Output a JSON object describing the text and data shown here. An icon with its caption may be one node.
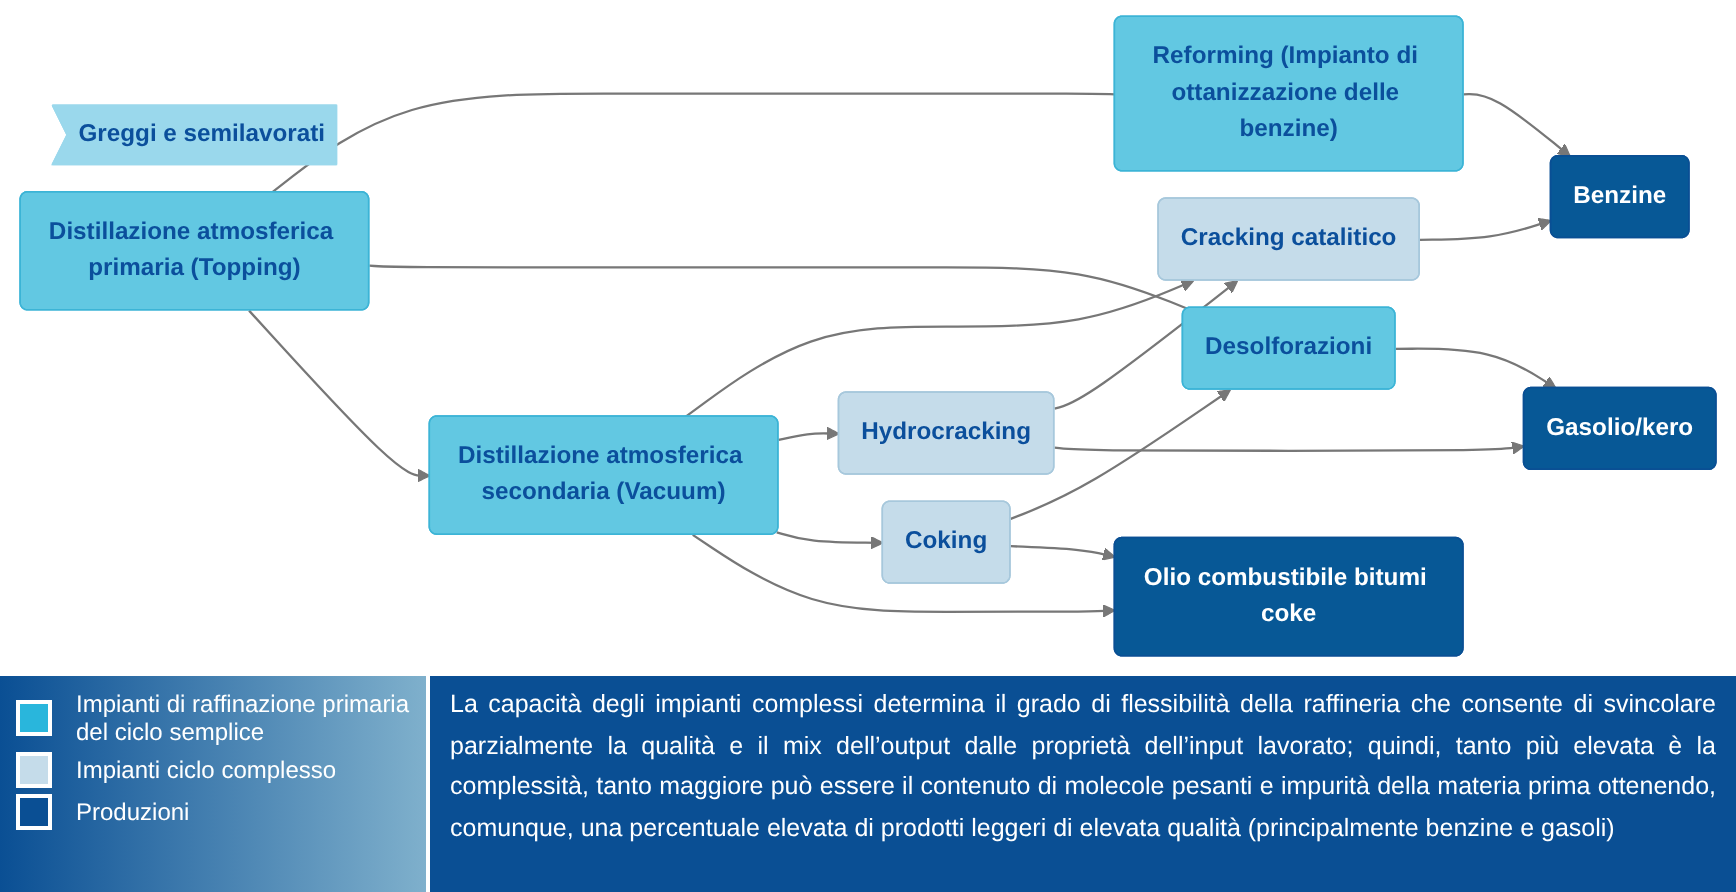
{
  "diagram": {
    "nodes": [
      {
        "text": [
          "Greggi e semilavorati"
        ]
      },
      {
        "text": [
          "Distillazione atmosferica primaria (Topping)"
        ]
      },
      {
        "text": [
          "Reforming (Impianto di ottanizzazione delle benzine)"
        ]
      },
      {
        "text": [
          "Desolforazioni"
        ]
      },
      {
        "text": [
          "Distillazione atmosferica secondaria (Vacuum)"
        ]
      },
      {
        "text": [
          "Cracking catalitico"
        ]
      },
      {
        "text": [
          "Hydrocracking"
        ]
      },
      {
        "text": [
          "Coking"
        ]
      },
      {
        "text": [
          "Benzine"
        ]
      },
      {
        "text": [
          "Gasolio/kero"
        ]
      },
      {
        "text": [
          "Olio combustibile bitumi coke"
        ]
      }
    ],
    "edges": [
      {
        "from": 1,
        "to": 2,
        "arrow": "none"
      },
      {
        "from": 1,
        "to": 3,
        "arrow": "none"
      },
      {
        "from": 1,
        "to": 4,
        "arrow": "to"
      },
      {
        "from": 2,
        "to": 8,
        "arrow": "to"
      },
      {
        "from": 3,
        "to": 9,
        "arrow": "to"
      },
      {
        "from": 4,
        "to": 5,
        "arrow": "to"
      },
      {
        "from": 4,
        "to": 6,
        "arrow": "to"
      },
      {
        "from": 6,
        "to": 5,
        "arrow": "to"
      },
      {
        "from": 5,
        "to": 8,
        "arrow": "to"
      },
      {
        "from": 6,
        "to": 9,
        "arrow": "to"
      },
      {
        "from": 7,
        "to": 3,
        "arrow": "to"
      },
      {
        "from": 4,
        "to": 7,
        "arrow": "to"
      },
      {
        "from": 4,
        "to": 10,
        "arrow": "to"
      },
      {
        "from": 7,
        "to": 10,
        "arrow": "to"
      }
    ],
    "labels": [
      "La capacità degli impianti complessi determina il grado di flessibilità della raffineria che consente di svincolare parzialmente la qualità e il mix dell’output dalle proprietà dell’input lavorato; quindi, tanto più elevata è la complessità, tanto maggiore può essere il contenuto di molecole pesanti e impurità della materia prima ottenendo, comunque, una percentuale elevata di prodotti leggeri di elevata qualità (principalmente benzine e gasoli)"
    ],
    "legend": [
      {
        "text": "Impianti di raffinazione primaria del ciclo semplice",
        "color": "#29b6dc"
      },
      {
        "text": "Impianti ciclo complesso",
        "color": "#c5dcea"
      },
      {
        "text": "Produzioni",
        "color": "#0a4f94"
      }
    ]
  }
}
